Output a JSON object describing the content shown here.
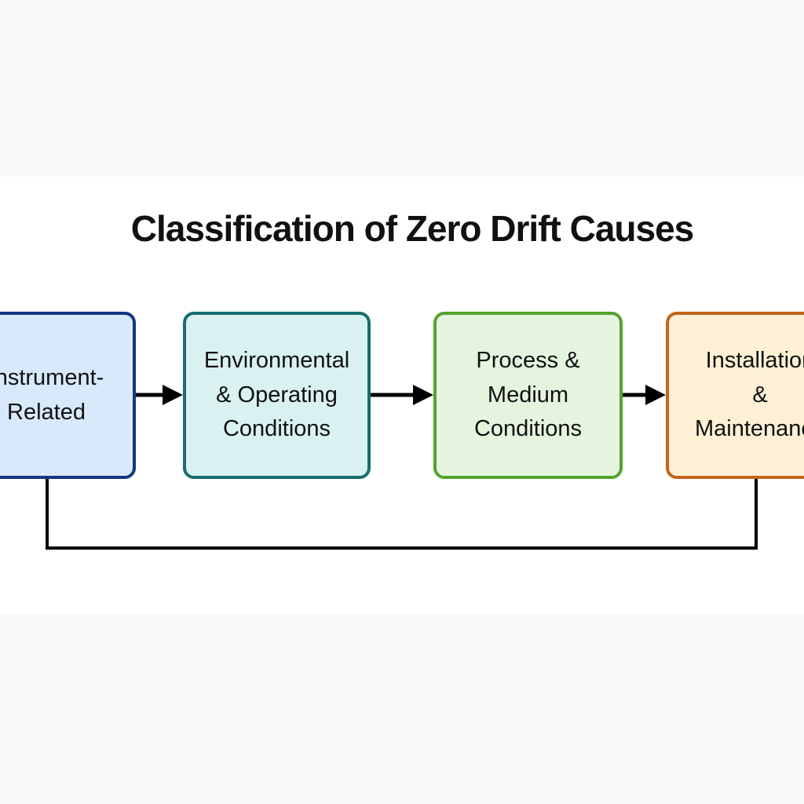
{
  "title": "Classification of Zero Drift Causes",
  "diagram": {
    "type": "flowchart",
    "direction": "left-to-right",
    "line_color": "#000000",
    "text_color": "#111111",
    "canvas_background": "#f8f8f8",
    "content_background": "#ffffff",
    "nodes": [
      {
        "id": "instrument-related",
        "label": "Instrument-\nRelated",
        "fill": "#d8e9fb",
        "border": "#153680"
      },
      {
        "id": "environmental-operating",
        "label": "Environmental\n& Operating\nConditions",
        "fill": "#d9f1f1",
        "border": "#186d6e"
      },
      {
        "id": "process-medium",
        "label": "Process &\nMedium\nConditions",
        "fill": "#e5f4df",
        "border": "#53a42d"
      },
      {
        "id": "installation-maintenance",
        "label": "Installation\n&\nMaintenance",
        "fill": "#fdf0d5",
        "border": "#c4651a"
      }
    ],
    "edges": [
      {
        "from": "instrument-related",
        "to": "environmental-operating",
        "style": "arrow"
      },
      {
        "from": "environmental-operating",
        "to": "process-medium",
        "style": "arrow"
      },
      {
        "from": "process-medium",
        "to": "installation-maintenance",
        "style": "arrow"
      },
      {
        "from": "instrument-related",
        "to": "installation-maintenance",
        "style": "bottom-return-line"
      }
    ]
  }
}
